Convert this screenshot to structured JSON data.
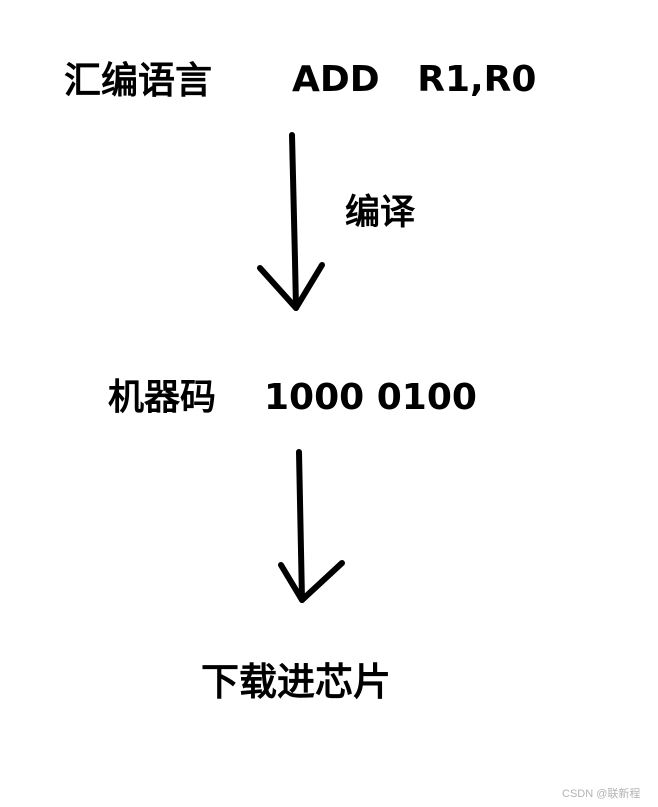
{
  "step1": {
    "label": "汇编语言",
    "code": "ADD   R1,R0"
  },
  "arrow1": {
    "label": "编译"
  },
  "step2": {
    "label": "机器码",
    "code": "1000 0100"
  },
  "step3": {
    "label": "下载进芯片"
  },
  "watermark": "CSDN @联新程",
  "colors": {
    "ink": "#000000",
    "background": "#ffffff",
    "watermark": "#b3b3b3"
  }
}
